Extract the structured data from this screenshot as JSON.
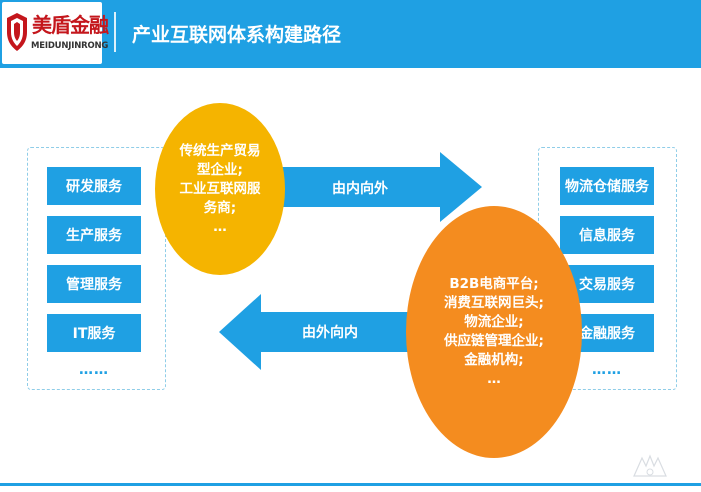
{
  "header": {
    "logo_cn": "美盾金融",
    "logo_en": "MEIDUNJINRONG",
    "title": "产业互联网体系构建路径"
  },
  "left_services": [
    "研发服务",
    "生产服务",
    "管理服务",
    "IT服务"
  ],
  "left_ellipsis": "……",
  "right_services": [
    "物流仓储服务",
    "信息服务",
    "交易服务",
    "金融服务"
  ],
  "right_ellipsis": "……",
  "arrows": {
    "outward_label": "由内向外",
    "inward_label": "由外向内"
  },
  "yellow_circle": {
    "lines": [
      "传统生产贸易",
      "型企业;",
      "工业互联网服",
      "务商;",
      "…"
    ]
  },
  "orange_circle": {
    "lines": [
      "B2B电商平台;",
      "消费互联网巨头;",
      "物流企业;",
      "供应链管理企业;",
      "金融机构;",
      "…"
    ]
  },
  "colors": {
    "primary_blue": "#1fa0e3",
    "yellow": "#f5b400",
    "orange": "#f48c1f",
    "logo_red": "#c4161c"
  }
}
